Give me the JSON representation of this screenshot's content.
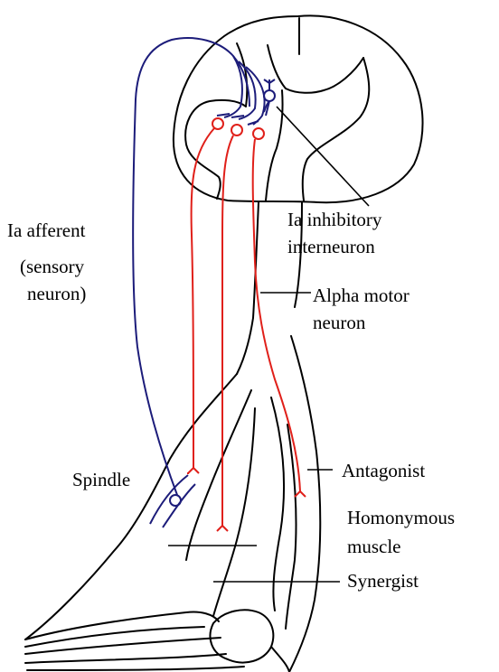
{
  "colors": {
    "afferent": "#1c1c7a",
    "motor": "#e0201a",
    "outline": "#000000",
    "background": "#ffffff"
  },
  "labels": {
    "ia_afferent": [
      "Ia afferent",
      "(sensory",
      "neuron)"
    ],
    "ia_inhibitory": [
      "Ia inhibitory",
      "interneuron"
    ],
    "alpha_motor": [
      "Alpha motor",
      "neuron"
    ],
    "antagonist": "Antagonist",
    "spindle": "Spindle",
    "homonymous": [
      "Homonymous",
      "muscle"
    ],
    "synergist": "Synergist"
  }
}
